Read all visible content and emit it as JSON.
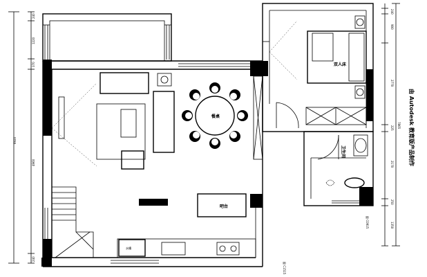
{
  "watermark": "由 Autodesk 教育版产品制作",
  "dimensions": {
    "left_total": "6920",
    "left_segments": [
      "240",
      "1220",
      "370",
      "4960",
      "240"
    ],
    "right_total": "7865",
    "right_segments": [
      "240",
      "900",
      "2770",
      "225",
      "2170",
      "250",
      "1350"
    ]
  },
  "rooms": {
    "dining_table": "餐桌",
    "bed": "双人床",
    "bathroom": "卫生间",
    "island": "吧台",
    "sink": "水槽",
    "window_note_right": "窗 C0915",
    "window_note_bottom": "窗 C1515"
  }
}
